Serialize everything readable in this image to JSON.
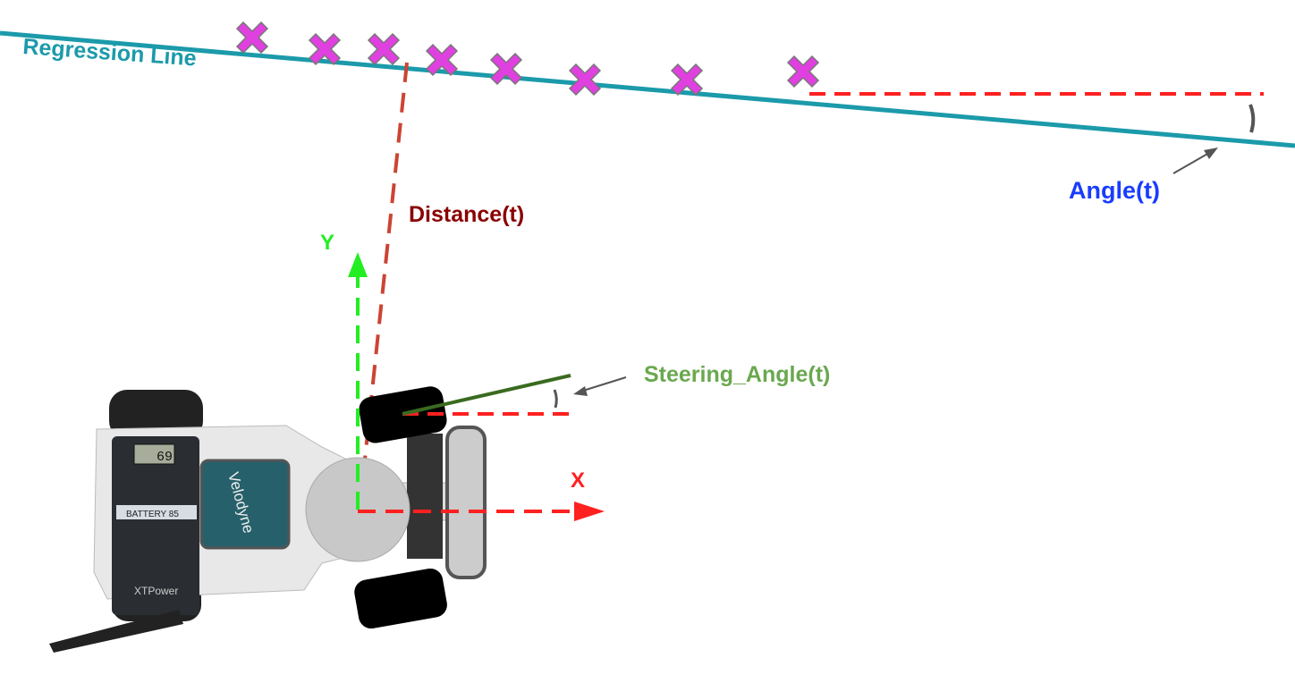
{
  "labels": {
    "regression_line": "Regression Line",
    "distance": "Distance(t)",
    "angle": "Angle(t)",
    "steering_angle": "Steering_Angle(t)",
    "y_axis": "Y",
    "x_axis": "X"
  },
  "robot": {
    "battery_label": "BATTERY 85",
    "battery_brand": "XTPower",
    "battery_display": "69",
    "lidar_brand": "Velodyne"
  },
  "colors": {
    "regression": "#1b9aaa",
    "points": "#e040e0",
    "distance_line": "#cc4433",
    "distance_text": "#8b0000",
    "angle_text": "#1a3cff",
    "steering_line": "#3a6b20",
    "steering_text": "#6aa84f",
    "y_axis": "#22ee22",
    "x_axis": "#ff2020"
  },
  "points_count": 8
}
